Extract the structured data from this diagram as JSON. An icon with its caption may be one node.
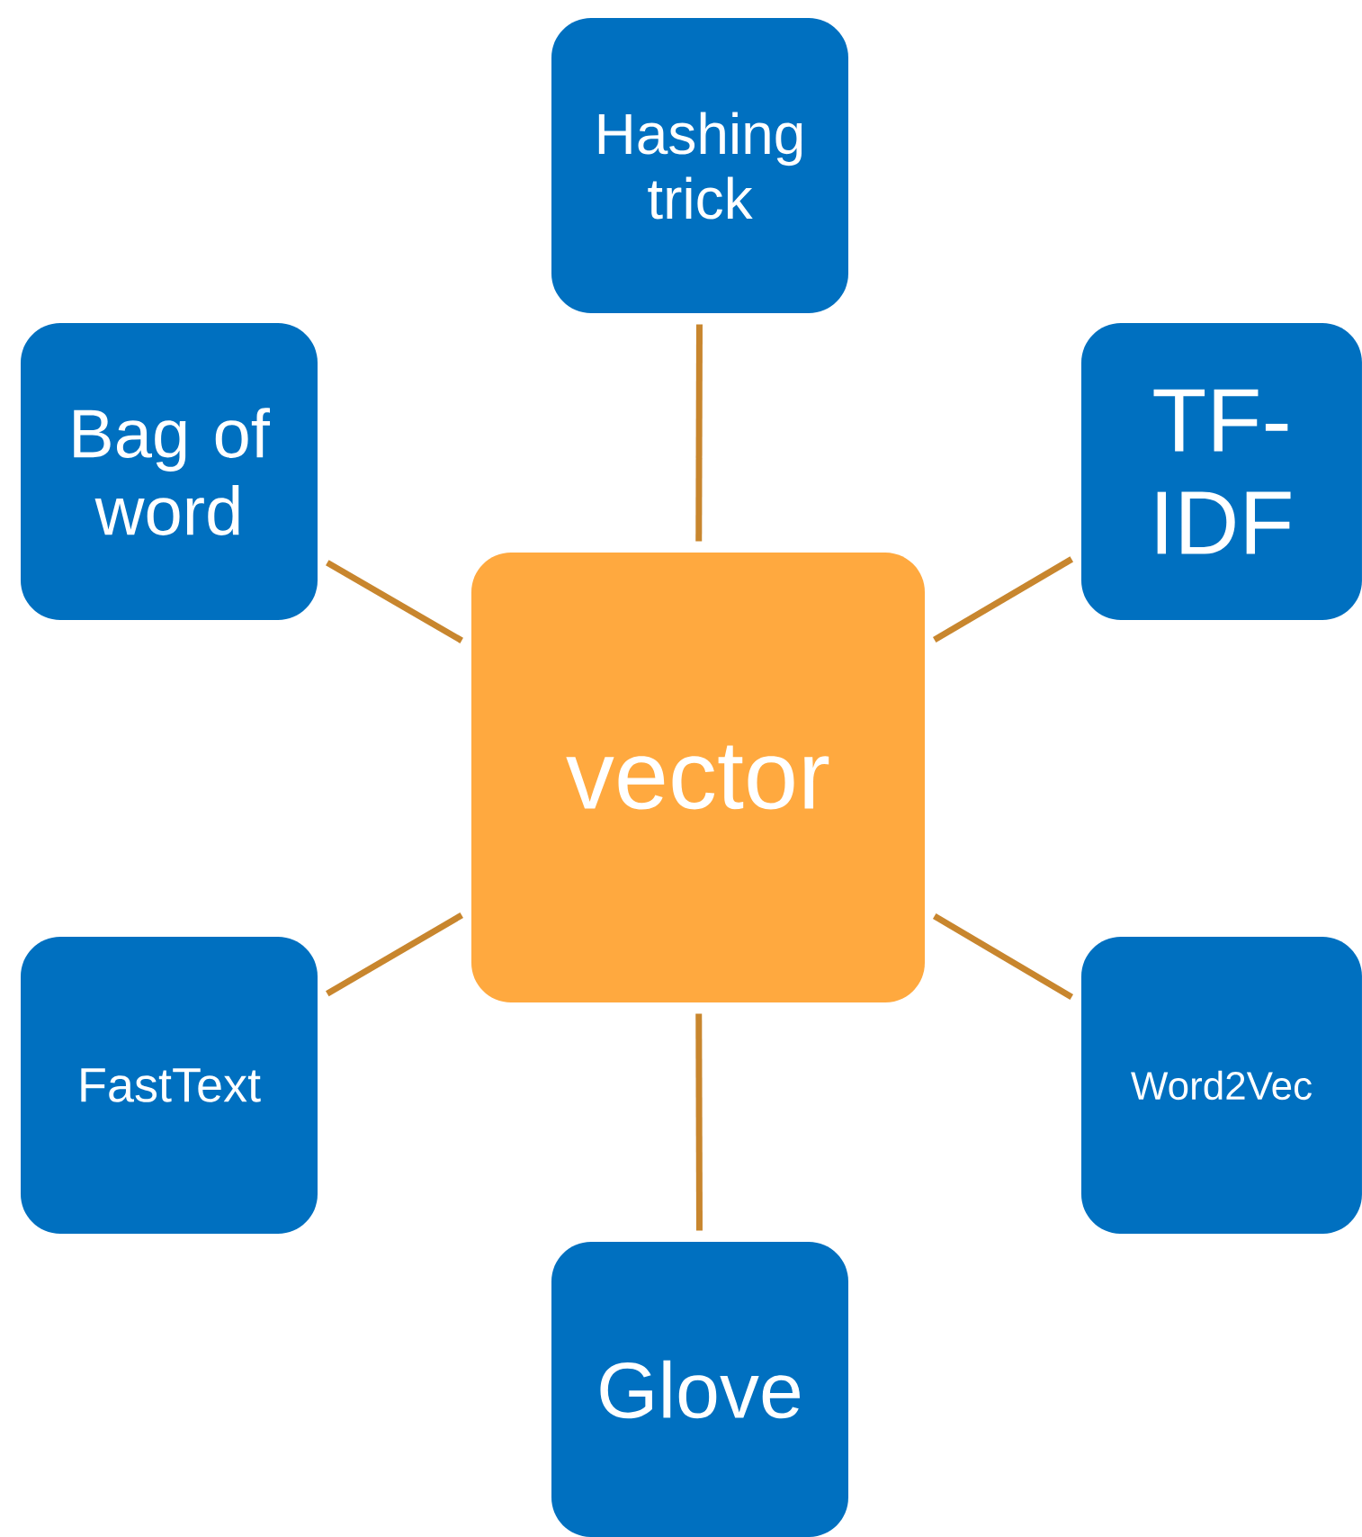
{
  "diagram": {
    "nodes": [
      {
        "text": [
          "Hashing trick"
        ]
      },
      {
        "text": [
          "Bag of word"
        ]
      },
      {
        "text": [
          "TF-IDF"
        ]
      },
      {
        "text": [
          "vector"
        ]
      },
      {
        "text": [
          "FastText"
        ]
      },
      {
        "text": [
          "Word2Vec"
        ]
      },
      {
        "text": [
          "Glove"
        ]
      }
    ],
    "edges": [
      {
        "from": 3,
        "to": 0,
        "arrow": "none"
      },
      {
        "from": 3,
        "to": 1,
        "arrow": "none"
      },
      {
        "from": 3,
        "to": 2,
        "arrow": "none"
      },
      {
        "from": 3,
        "to": 4,
        "arrow": "none"
      },
      {
        "from": 3,
        "to": 5,
        "arrow": "none"
      },
      {
        "from": 3,
        "to": 6,
        "arrow": "none"
      }
    ]
  }
}
